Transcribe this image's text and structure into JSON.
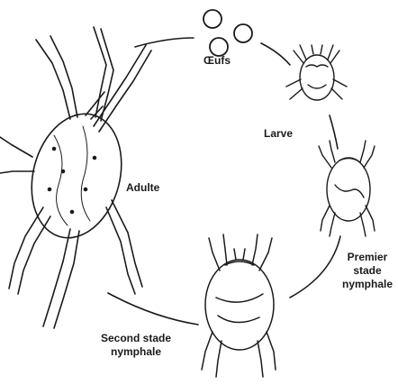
{
  "labels": {
    "eggs": "Œufs",
    "larva": "Larve",
    "adult": "Adulte",
    "first_nymph": [
      "Premier",
      "stade",
      "nymphale"
    ],
    "second_nymph": [
      "Second stade",
      "nymphale"
    ]
  },
  "icons": [
    "egg-icon",
    "larva-mite-icon",
    "first-nymph-mite-icon",
    "second-nymph-mite-icon",
    "adult-mite-icon"
  ],
  "colors": {
    "ink": "#1a1a1a",
    "background": "#ffffff"
  }
}
